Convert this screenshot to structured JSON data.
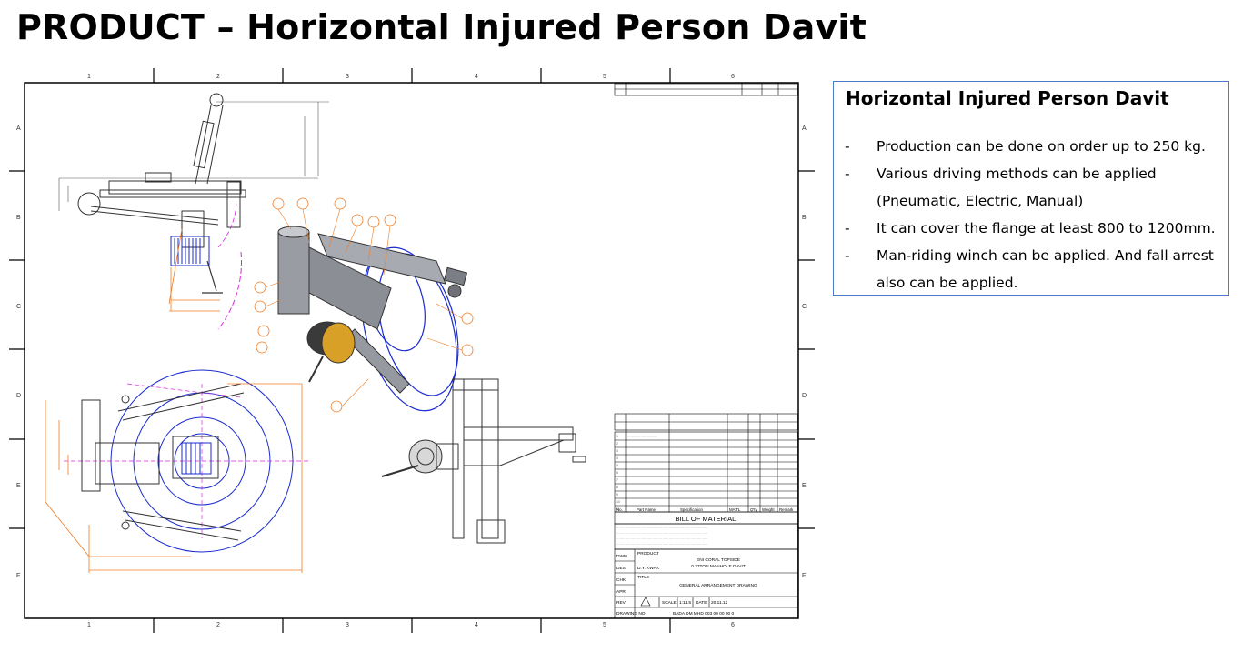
{
  "page": {
    "title": "PRODUCT – Horizontal Injured Person Davit"
  },
  "info": {
    "title": "Horizontal Injured Person Davit",
    "bullet_char": "-",
    "items": [
      "Production can be done on order up to 250 kg.",
      "Various driving methods can be applied (Pneumatic, Electric, Manual)",
      "It can cover the flange at least 800 to 1200mm.",
      "Man-riding winch can be applied. And fall arrest also can be applied."
    ]
  },
  "drawing": {
    "zone_columns": [
      "1",
      "2",
      "3",
      "4",
      "5",
      "6"
    ],
    "zone_rows": [
      "A",
      "B",
      "C",
      "D",
      "E",
      "F"
    ],
    "title_block": {
      "bom_header": "BILL OF MATERIAL",
      "bom_columns": [
        "No.",
        "Part Name",
        "Specification",
        "MAT'L",
        "Q'ty",
        "Weight",
        "Remark"
      ],
      "product_label": "PRODUCT",
      "product_value_line1": "ENI CORAL TOPSIDE",
      "product_value_line2": "0.37TON MANHOLE DAVIT",
      "title_label": "TITLE",
      "title_value": "GENERAL ARRANGEMENT DRAWING",
      "rows": [
        {
          "label": "DWN",
          "value": ""
        },
        {
          "label": "DES",
          "value": "D.Y. KWAK"
        },
        {
          "label": "CHK",
          "value": ""
        },
        {
          "label": "APR",
          "value": ""
        },
        {
          "label": "REV",
          "value": ""
        }
      ],
      "scale_label": "SCALE",
      "scale_value": "1:11.5",
      "date_label": "DATE",
      "date_value": "20.11.12",
      "drawing_no_label": "DRAWING NO",
      "drawing_no_value": "BADA DM MHD 003 00 00 00 0"
    }
  }
}
